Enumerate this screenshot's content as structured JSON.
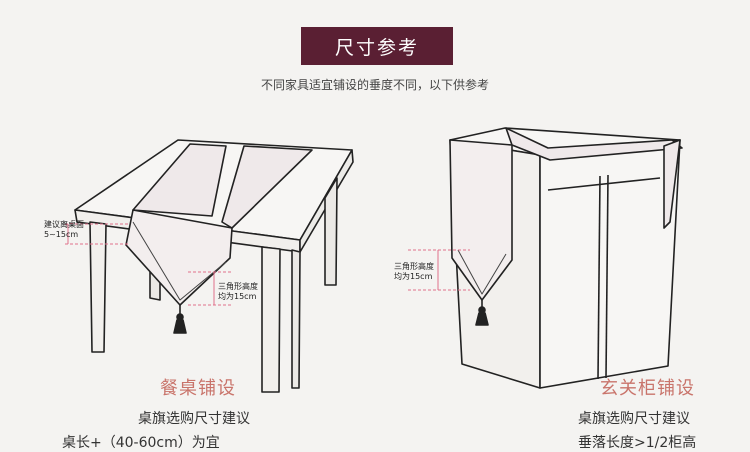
{
  "header": {
    "title": "尺寸参考",
    "subtitle": "不同家具适宜铺设的垂度不同，以下供参考"
  },
  "table_panel": {
    "annotation_drop": [
      "建议离桌面",
      "5~15cm"
    ],
    "annotation_triangle": [
      "三角形高度",
      "均为15cm"
    ],
    "caption_title": "餐桌铺设",
    "caption_line1": "桌旗选购尺寸建议",
    "caption_line2": "桌长+（40-60cm）为宜"
  },
  "cabinet_panel": {
    "annotation_triangle": [
      "三角形高度",
      "均为15cm"
    ],
    "caption_title": "玄关柜铺设",
    "caption_line1": "桌旗选购尺寸建议",
    "caption_line2": "垂落长度>1/2柜高"
  },
  "colors": {
    "accent": "#5a1f33",
    "caption_title": "#c9746b",
    "guide": "#e0708a"
  }
}
